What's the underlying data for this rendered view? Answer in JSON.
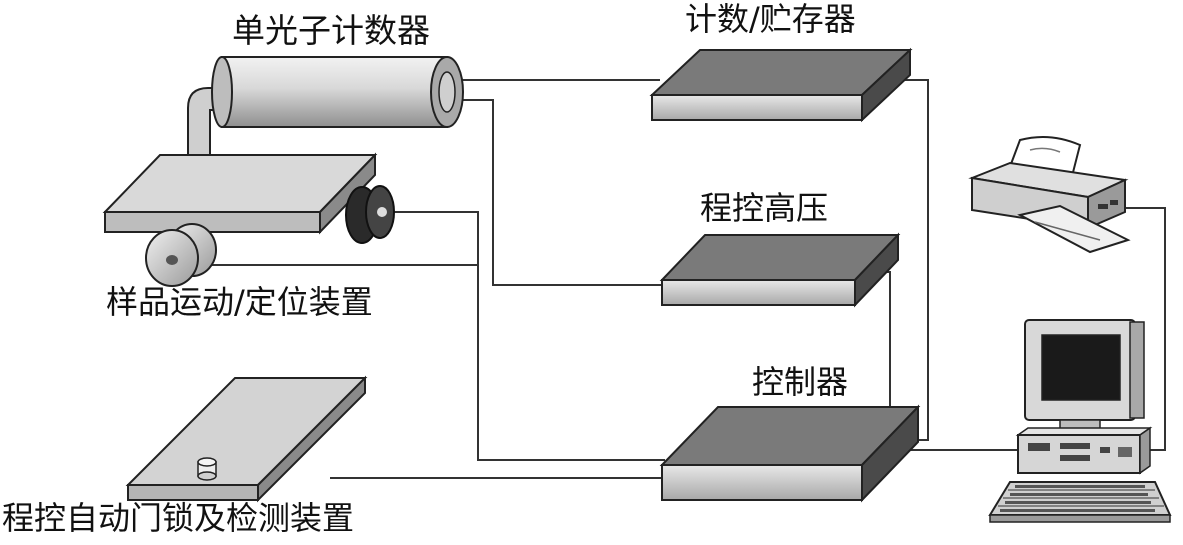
{
  "labels": {
    "photon_counter": "单光子计数器",
    "count_storage": "计数/贮存器",
    "hv_control": "程控高压",
    "sample_motion": "样品运动/定位装置",
    "controller": "控制器",
    "auto_door": "程控自动门锁及检测装置"
  },
  "colors": {
    "box_top": "#7a7a7a",
    "box_front": "#cfcfcf",
    "box_side": "#4a4a4a",
    "tube": "#bdbdbd",
    "plate": "#d9d9d9",
    "line": "#333333"
  }
}
